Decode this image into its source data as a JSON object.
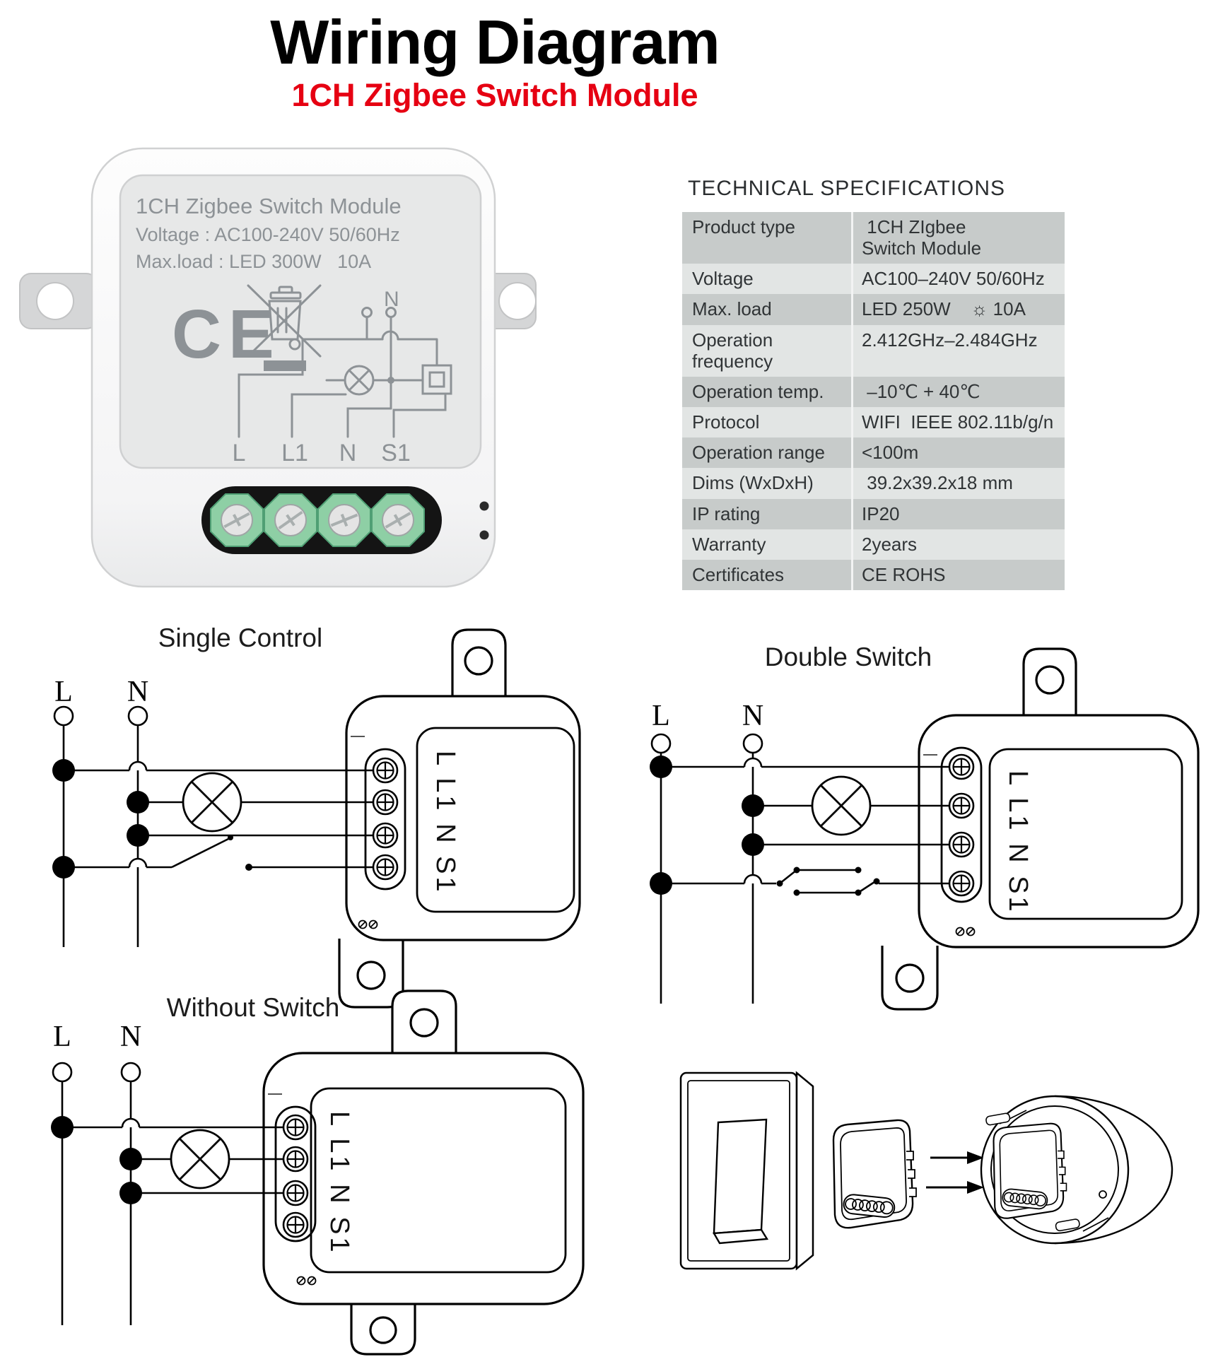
{
  "title": "Wiring Diagram",
  "subtitle": "1CH Zigbee Switch Module",
  "product_photo": {
    "label_line1": "1CH Zigbee Switch Module",
    "label_line2": "Voltage : AC100-240V 50/60Hz",
    "label_line3": "Max.load : LED 300W   10A",
    "ce_mark": "CE",
    "print_n": "N",
    "print_terminals": [
      "L",
      "L1",
      "N",
      "S1"
    ]
  },
  "specs": {
    "heading": "TECHNICAL SPECIFICATIONS",
    "rows": [
      {
        "label": "Product type",
        "value": " 1CH ZIgbee\nSwitch Module"
      },
      {
        "label": "Voltage",
        "value": "AC100–240V 50/60Hz"
      },
      {
        "label": "Max. load",
        "value": "LED 250W    ☼ 10A"
      },
      {
        "label": "Operation\nfrequency",
        "value": "2.412GHz–2.484GHz"
      },
      {
        "label": "Operation temp.",
        "value": " –10℃ + 40℃"
      },
      {
        "label": "Protocol",
        "value": "WIFI  IEEE 802.11b/g/n"
      },
      {
        "label": "Operation range",
        "value": "<100m"
      },
      {
        "label": "Dims (WxDxH)",
        "value": " 39.2x39.2x18 mm"
      },
      {
        "label": "IP rating",
        "value": "IP20"
      },
      {
        "label": "Warranty",
        "value": "2years"
      },
      {
        "label": "Certificates",
        "value": "CE ROHS"
      }
    ]
  },
  "diagrams": {
    "single": {
      "title": "Single Control",
      "line_l": "L",
      "line_n": "N",
      "terminals": "L L1 N S1"
    },
    "double": {
      "title": "Double Switch",
      "line_l": "L",
      "line_n": "N",
      "terminals": "L L1 N S1"
    },
    "without": {
      "title": "Without Switch",
      "line_l": "L",
      "line_n": "N",
      "terminals": "L L1 N S1"
    }
  }
}
